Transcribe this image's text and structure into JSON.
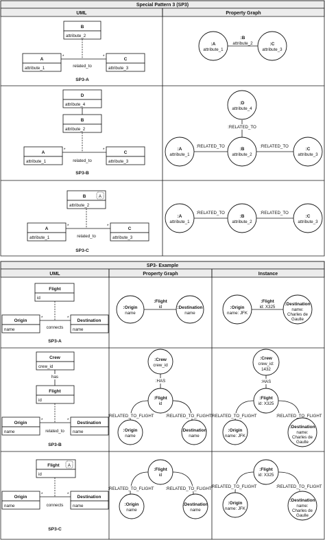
{
  "sp3": {
    "title": "Special Pattern 3 (SP3)",
    "col_uml": "UML",
    "col_pg": "Property Graph",
    "a": {
      "uml": {
        "b_name": "B",
        "b_attr": "attribute_2",
        "a_name": "A",
        "a_attr": "attribute_1",
        "c_name": "C",
        "c_attr": "attribute_3",
        "mult_left": "*",
        "mult_right": "*",
        "assoc": "related_to",
        "caption": "SP3-A"
      },
      "pg": {
        "a_name": ":A",
        "a_attr": "attribute_1",
        "c_name": ":C",
        "c_attr": "attribute_3",
        "edge_name": ":B",
        "edge_attr": "attribute_2"
      }
    },
    "b": {
      "uml": {
        "d_name": "D",
        "d_attr": "attribute_4",
        "b_name": "B",
        "b_attr": "attribute_2",
        "a_name": "A",
        "a_attr": "attribute_1",
        "c_name": "C",
        "c_attr": "attribute_3",
        "mult_left": "*",
        "mult_right": "*",
        "assoc": "related_to",
        "caption": "SP3-B"
      },
      "pg": {
        "d_name": ":D",
        "d_attr": "attribute_4",
        "b_name": ":B",
        "b_attr": "attribute_2",
        "a_name": ":A",
        "a_attr": "attribute_1",
        "c_name": ":C",
        "c_attr": "attribute_3",
        "edge_up": ":RELATED_TO",
        "edge_left": ":RELATED_TO",
        "edge_right": ":RELATED_TO"
      }
    },
    "c": {
      "uml": {
        "b_name": "B",
        "b_badge": "A",
        "b_attr": "attribute_2",
        "a_name": "A",
        "a_attr": "attribute_1",
        "c_name": "C",
        "c_attr": "attribute_3",
        "mult_left": "*",
        "mult_right": "*",
        "assoc": "related_to",
        "caption": "SP3-C"
      },
      "pg": {
        "a_name": ":A",
        "a_attr": "attribute_1",
        "b_name": ":B",
        "b_attr": "attribute_2",
        "c_name": ":C",
        "c_attr": "attribute_3",
        "edge_left": ":RELATED_TO",
        "edge_right": ":RELATED_TO"
      }
    }
  },
  "ex": {
    "title": "SP3- Example",
    "col_uml": "UML",
    "col_pg": "Property Graph",
    "col_inst": "Instance",
    "a": {
      "uml": {
        "flight_name": "Flight",
        "flight_attr": "id",
        "origin_name": "Origin",
        "origin_attr": "name",
        "dest_name": "Destination",
        "dest_attr": "name",
        "mult_left": "*",
        "mult_right": "*",
        "assoc": "connects",
        "caption": "SP3-A"
      },
      "pg": {
        "origin_name": ":Origin",
        "origin_attr": "name",
        "dest_name": ":Destination",
        "dest_attr": "name",
        "edge_name": ":Flight",
        "edge_attr": "id"
      },
      "inst": {
        "origin_name": ":Origin",
        "origin_attr": "name: JFK",
        "dest_name": ":Destination",
        "dest_attr1": "name:",
        "dest_attr2": "Charles de",
        "dest_attr3": "Gaulle",
        "edge_name": ":Flight",
        "edge_attr": "id: X325"
      }
    },
    "b": {
      "uml": {
        "crew_name": "Crew",
        "crew_attr": "crew_id",
        "has": "has",
        "flight_name": "Flight",
        "flight_attr": "id",
        "origin_name": "Origin",
        "origin_attr": "name",
        "dest_name": "Destination",
        "dest_attr": "name",
        "mult_left": "*",
        "mult_right": "*",
        "assoc": "related_to",
        "caption": "SP3-B"
      },
      "pg": {
        "crew_name": ":Crew",
        "crew_attr": "crew_id",
        "has": ":HAS",
        "flight_name": ":Flight",
        "flight_attr": "id",
        "edge_left": ":RELATED_TO_FLIGHT",
        "edge_right": ":RELATED_TO_FLIGHT",
        "origin_name": ":Origin",
        "origin_attr": "name",
        "dest_name": ":Destination",
        "dest_attr": "name"
      },
      "inst": {
        "crew_name": ":Crew",
        "crew_attr1": "crew_id:",
        "crew_attr2": "1432",
        "has": ":HAS",
        "flight_name": ":Flight",
        "flight_attr": "id: X325",
        "edge_left": ":RELATED_TO_FLIGHT",
        "edge_right": ":RELATED_TO_FLIGHT",
        "origin_name": ":Origin",
        "origin_attr": "name: JFK",
        "dest_name": ":Destination",
        "dest_attr1": "name:",
        "dest_attr2": "Charles de",
        "dest_attr3": "Gaulle"
      }
    },
    "c": {
      "uml": {
        "flight_name": "Flight",
        "flight_badge": "A",
        "flight_attr": "id",
        "origin_name": "Origin",
        "origin_attr": "name",
        "dest_name": "Destination",
        "dest_attr": "name",
        "mult_left": "*",
        "mult_right": "*",
        "assoc": "connects",
        "caption": "SP3-C"
      },
      "pg": {
        "flight_name": ":Flight",
        "flight_attr": "id",
        "edge_left": ":RELATED_TO_FLIGHT",
        "edge_right": ":RELATED_TO_FLIGHT",
        "origin_name": ":Origin",
        "origin_attr": "name",
        "dest_name": ":Destination",
        "dest_attr": "name"
      },
      "inst": {
        "flight_name": ":Flight",
        "flight_attr": "id: X325",
        "edge_left": ":RELATED_TO_FLIGHT",
        "edge_right": ":RELATED_TO_FLIGHT",
        "origin_name": ":Origin",
        "origin_attr": "name: JFK",
        "dest_name": ":Destination",
        "dest_attr1": "name:",
        "dest_attr2": "Charles de",
        "dest_attr3": "Gaulle"
      }
    }
  }
}
